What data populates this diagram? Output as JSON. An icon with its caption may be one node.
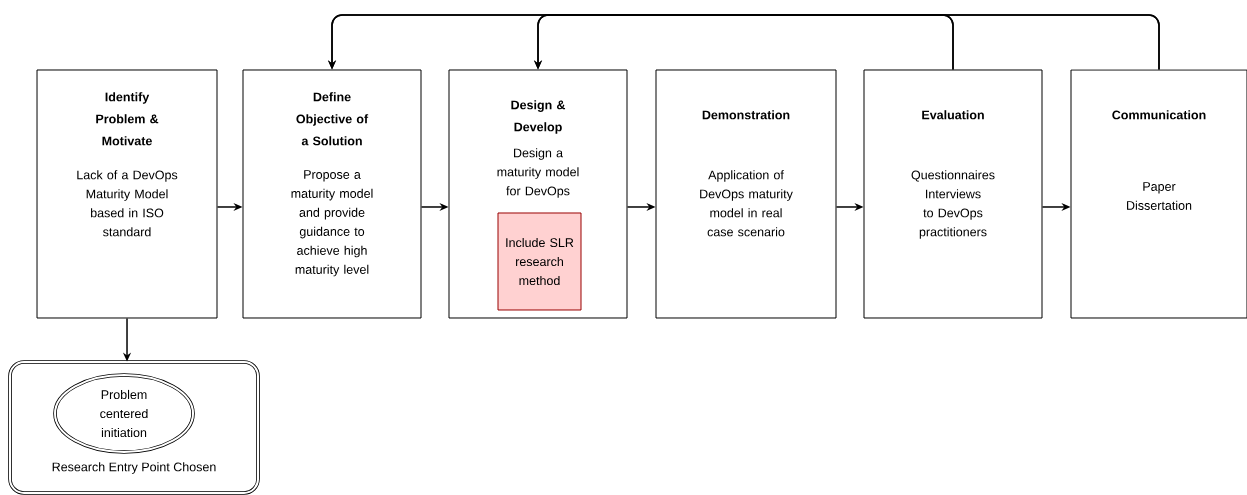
{
  "diagram": {
    "nodes": [
      {
        "text": [
          "Identify Problem & Motivate",
          "Lack of a DevOps Maturity Model based in ISO standard"
        ]
      },
      {
        "text": [
          "Define Objective of a Solution",
          "Propose a maturity model and provide guidance to achieve high maturity level"
        ]
      },
      {
        "text": [
          "Design & Develop",
          "Design a maturity model for DevOps"
        ]
      },
      {
        "text": [
          "Include SLR research method"
        ],
        "in": 2
      },
      {
        "text": [
          "Demonstration",
          "Application of DevOps maturity model in real case scenario"
        ]
      },
      {
        "text": [
          "Evaluation",
          "Questionnaires Interviews to DevOps practitioners"
        ]
      },
      {
        "text": [
          "Communication",
          "Paper Dissertation"
        ]
      },
      {
        "text": [
          "Research Entry Point Chosen"
        ]
      },
      {
        "text": [
          "Problem centered initiation"
        ],
        "in": 7
      }
    ],
    "edges": [
      {
        "from": 0,
        "to": 1,
        "arrow": "to"
      },
      {
        "from": 1,
        "to": 2,
        "arrow": "to"
      },
      {
        "from": 2,
        "to": 4,
        "arrow": "to"
      },
      {
        "from": 4,
        "to": 5,
        "arrow": "to"
      },
      {
        "from": 5,
        "to": 6,
        "arrow": "to"
      },
      {
        "from": 0,
        "to": 7,
        "arrow": "to"
      },
      {
        "from": 5,
        "to": 1,
        "arrow": "to"
      },
      {
        "from": 5,
        "to": 2,
        "arrow": "to"
      },
      {
        "from": 6,
        "to": 1,
        "arrow": "to"
      },
      {
        "from": 6,
        "to": 2,
        "arrow": "to"
      }
    ]
  }
}
